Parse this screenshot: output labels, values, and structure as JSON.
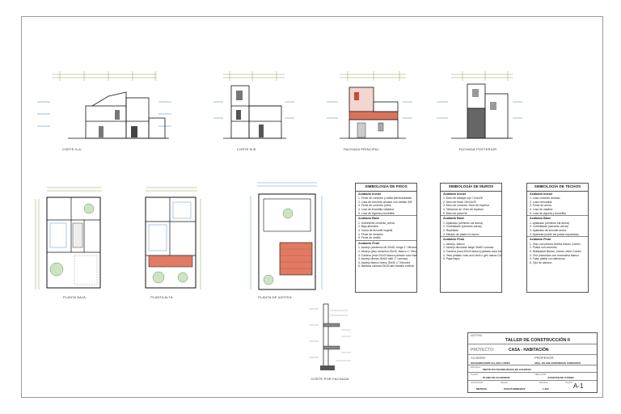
{
  "drawings": {
    "section_aa": "CORTE A-A'",
    "section_bb": "CORTE B-B'",
    "main_facade": "FACHADA PRINCIPAL",
    "rear_facade": "FACHADA POSTERIOR",
    "ground_floor": "PLANTA BAJA",
    "upper_floor": "PLANTA ALTA",
    "roof_plan": "PLANTA DE AZOTEA",
    "facade_section": "CORTE POR FACHADA"
  },
  "legends": [
    {
      "title": "SIMBOLOGÍA DE PISOS",
      "groups": [
        {
          "name": "Acabado Inicial",
          "items": [
            "1. Firme de concreto y malla electrosoldada",
            "2. Losa de concreto armado con varillas 3/8\"",
            "3. Firme de concreto pobre",
            "4. Losa de bovedilla catalana",
            "5. Losa de vigueta y bovedilla"
          ]
        },
        {
          "name": "Acabado Base",
          "items": [
            "1. Sobrefirme cemento_arena",
            "2. Bajo alfombra",
            "3. Cama de tezontle vegetal",
            "4. Firme de cemento",
            "5. Firme de zeólito"
          ]
        },
        {
          "name": "Acabado Final",
          "items": [
            "1. Azulejo (cerámica de 30x40, beige 1\" Vitromex)",
            "2. Azulejo (piso cerámica 25x40, blanco 1\" Vitromex)",
            "3. Cantera (mod 20x20 blanco pintado color blanco)",
            "4. Azulejo (lineas 30x60 café 1\" Lamosa)",
            "5. Azulejo blanco hueso 30x40 1\" Vitromex",
            "6. Baldosa colonial 33x33 alto tránsito exterior"
          ]
        }
      ]
    },
    {
      "title": "SIMBOLOGÍA DE MUROS",
      "groups": [
        {
          "name": "Acabado Inicial",
          "items": [
            "1. Muro de tabique rojo 7x14x28",
            "2. Muro de block 15x14x20",
            "3. Muro de concreto 10cm de espesor",
            "4. Tablaroca de 10cm de espesor",
            "5. Muro de panel W"
          ]
        },
        {
          "name": "Acabado Base",
          "items": [
            "1. Aplanado (cemento cal arena)",
            "2. Cortellidado (cemento arena)",
            "3. Repellado",
            "4. Afinado de pasta en muros"
          ]
        },
        {
          "name": "Acabado Final",
          "items": [
            "1. Azulejo, blanco",
            "2. Azulejo decorado beige 30x60 Lamosa",
            "3. Cantera (mod 20x20 blanco) pintado color blanco ostión",
            "4. Yeso pintado color azul cielo o gris marca Comex",
            "5. Papel tapiz"
          ]
        }
      ]
    },
    {
      "title": "SIMBOLOGÍA DE TECHOS",
      "groups": [
        {
          "name": "Acabado Inicial",
          "items": [
            "1. Losa concreto armado",
            "2. Losa nervurada",
            "3. Firme de arena",
            "4. Losa de madera",
            "5. Losa de vigueta y bovedilla"
          ]
        },
        {
          "name": "Acabado Base",
          "items": [
            "1. Aplanado (cemento cal arena)",
            "2. Cortellidado (cemento arena)",
            "3. Aplanado de tezontle arena",
            "4. Aparente (sobre las juntas expuestas)"
          ]
        },
        {
          "name": "Acabado Final",
          "items": [
            "1. Yeso con pintura vinílica blanco Comex",
            "2. Pulido con cemento",
            "3. Multiplanel Blanco, blanco vidrio Comex",
            "4. Tirol planchado con marmolina blanco",
            "5. Falso plafón con tablaroca",
            "6. Tipo de cantera"
          ]
        }
      ]
    }
  ],
  "title_block": {
    "subject_label": "MATERIA:",
    "subject": "TALLER DE CONSTRUCCIÓN II",
    "project_label": "PROYECTO:",
    "project": "CASA - HABITACIÓN",
    "student_label": "ALUMNO:",
    "student": "GIOVANNI DAVID ALLADO LÓPEZ",
    "professor_label": "PROFESOR:",
    "professor": "ARQ. JULIAN CONTRERAS CARRANCO",
    "school_label": "ESCUELA:",
    "school": "INSTITUTO TECNOLÓGICO DE JUCHITAN",
    "plan_label": "PLANO:",
    "plan": "PLANO DE ACABADOS",
    "location_label": "UBICACIÓN:",
    "location": "JUCHITAN DE JUÁREZ",
    "units_label": "ACOTACIÓN:",
    "units": "METROS",
    "date_label": "FECHA:",
    "date": "07/OCTUBRE/2022",
    "scale_label": "ESCALA:",
    "scale": "1:100",
    "sheet_label": "PLANO:",
    "sheet": "A-1"
  }
}
